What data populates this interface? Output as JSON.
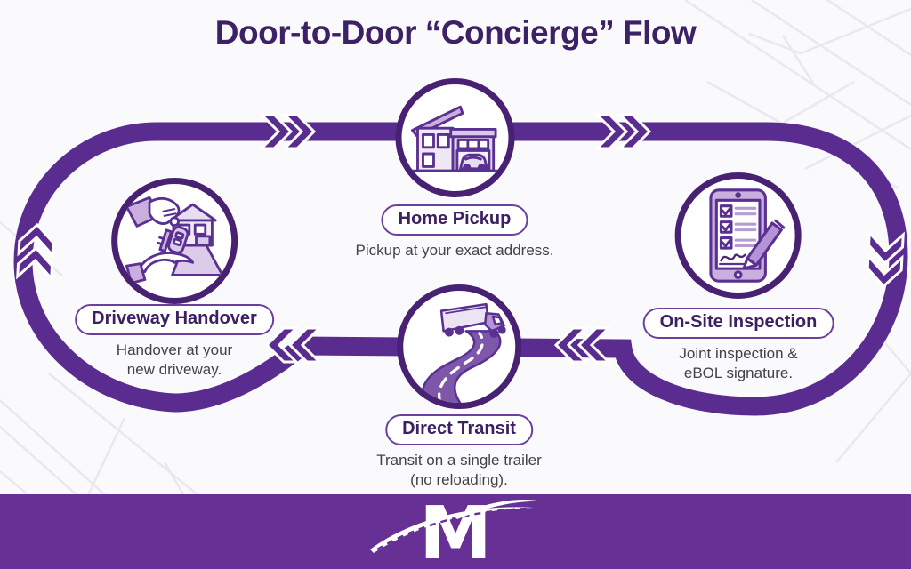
{
  "title": "Door-to-Door “Concierge” Flow",
  "colors": {
    "loop_band": "#5b2c90",
    "circle_ring": "#482173",
    "pill_border": "#6b3fa0",
    "pill_text": "#3d2064",
    "title_text": "#3d2166",
    "subtitle_text": "#454049",
    "footer_bar": "#663095",
    "icon_line": "#5a3191",
    "icon_fill_light": "#ece4f4"
  },
  "steps": [
    {
      "id": "home-pickup",
      "label": "Home Pickup",
      "description": "Pickup at your exact address.",
      "icon": "house-icon"
    },
    {
      "id": "on-site-inspection",
      "label": "On-Site Inspection",
      "description": "Joint inspection &\neBOL signature.",
      "icon": "inspection-tablet-icon"
    },
    {
      "id": "direct-transit",
      "label": "Direct Transit",
      "description": "Transit on a single trailer\n(no reloading).",
      "icon": "truck-road-icon"
    },
    {
      "id": "driveway-handover",
      "label": "Driveway Handover",
      "description": "Handover at your\nnew driveway.",
      "icon": "key-handover-icon"
    }
  ],
  "flow": {
    "type": "cycle",
    "direction": "clockwise",
    "order": [
      "Home Pickup",
      "On-Site Inspection",
      "Direct Transit",
      "Driveway Handover"
    ],
    "arrow_count": 6
  },
  "footer": {
    "logo_letter": "M"
  }
}
